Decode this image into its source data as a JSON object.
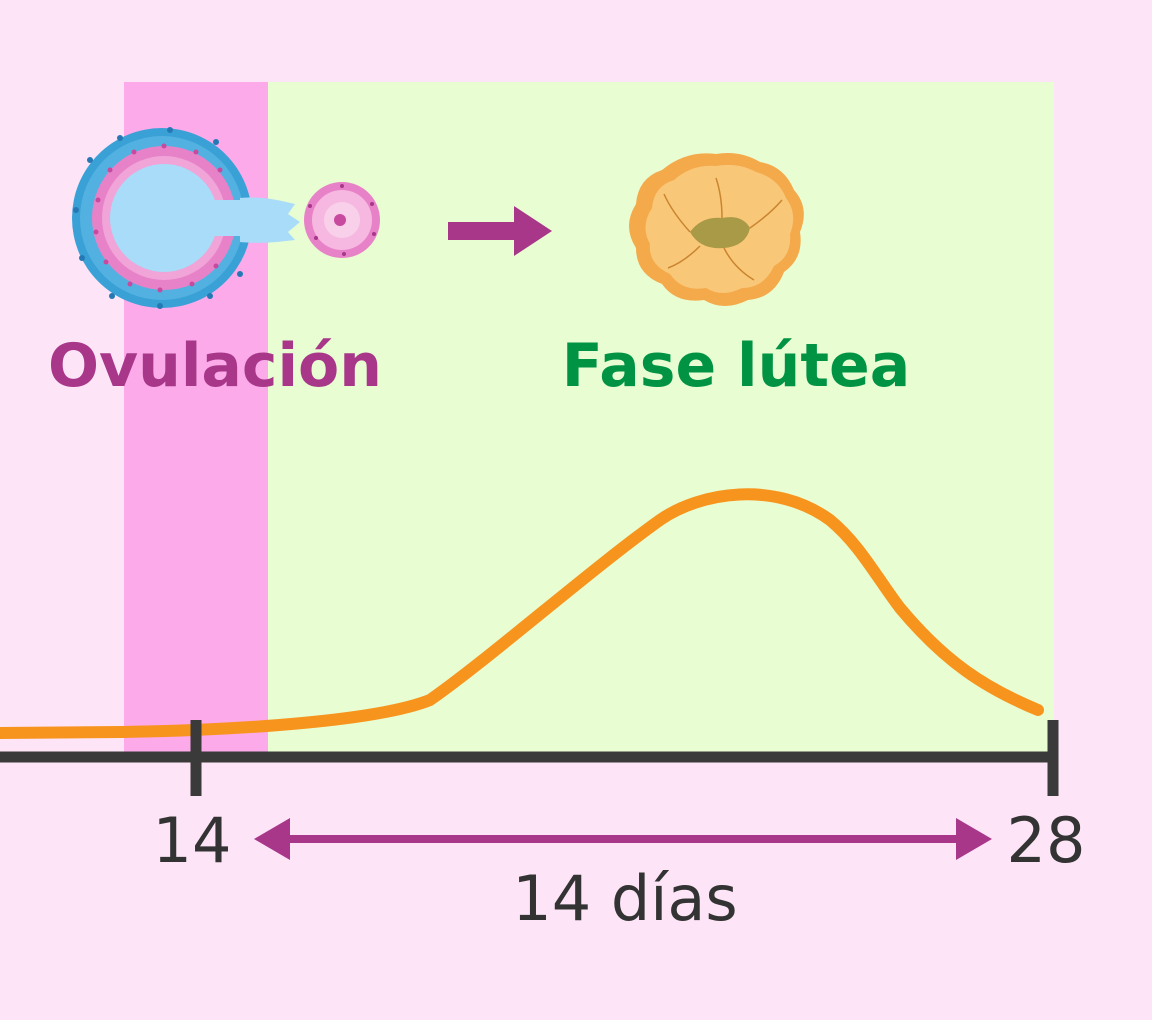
{
  "labels": {
    "ovulation": "Ovulación",
    "luteal_phase": "Fase lútea",
    "duration": "14 días"
  },
  "axis": {
    "ticks": [
      "14",
      "28"
    ]
  },
  "colors": {
    "background": "#fde4f7",
    "ovulation_band": "#fcaaea",
    "luteal_band": "#e9fdd3",
    "ovulation_text": "#a8378a",
    "luteal_text": "#009344",
    "curve": "#f7941d",
    "axis": "#3a3a3a",
    "arrow": "#a8378a"
  },
  "icons": {
    "ovulation": "follicle-releasing-egg-icon",
    "luteal": "corpus-luteum-icon",
    "transition": "right-arrow-icon"
  }
}
